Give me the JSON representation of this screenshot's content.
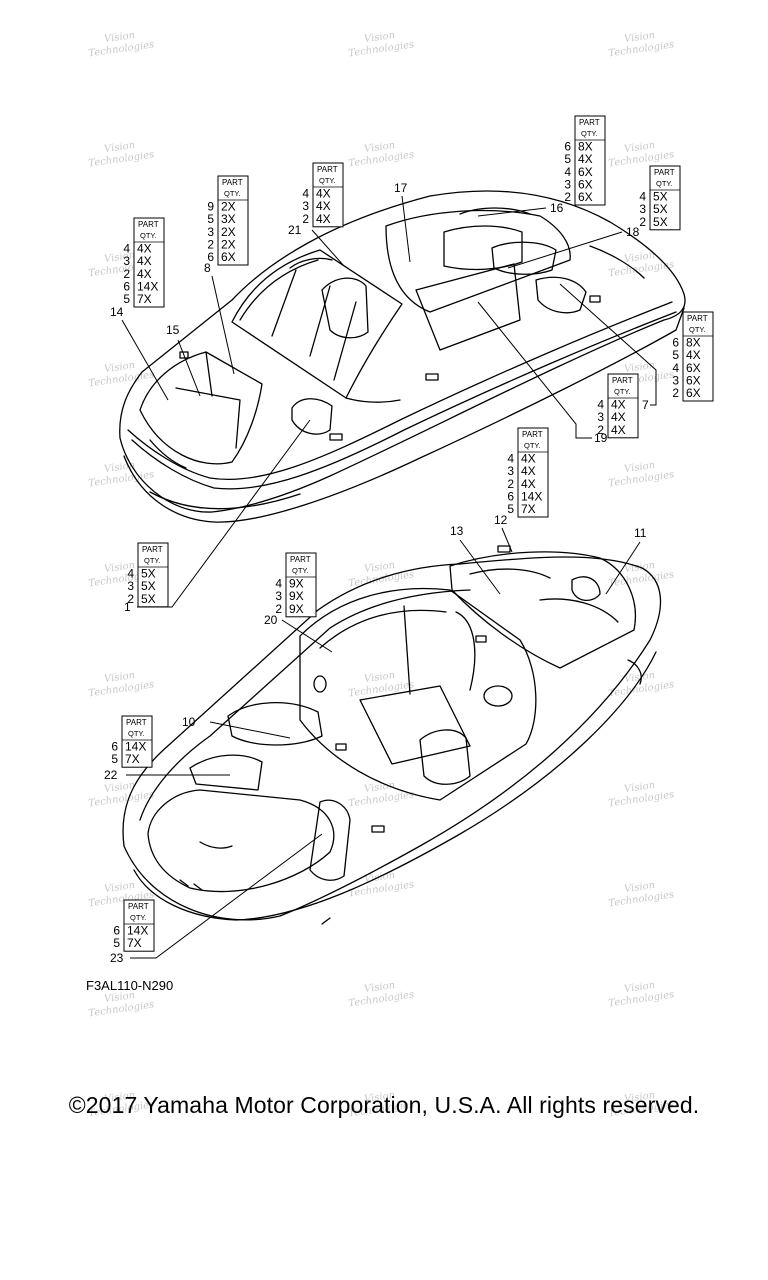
{
  "drawing_code": "F3AL110-N290",
  "copyright": "©2017 Yamaha Motor Corporation, U.S.A. All rights reserved.",
  "watermark": [
    "Vision",
    "Technologies"
  ],
  "colors": {
    "line": "#000000",
    "background": "#ffffff",
    "watermark": "#c9c9c9"
  },
  "qty_header": [
    "PART",
    "QTY."
  ],
  "qty_tables": [
    {
      "id": "t1",
      "rows": [
        [
          "4",
          "4X"
        ],
        [
          "3",
          "4X"
        ],
        [
          "2",
          "4X"
        ],
        [
          "6",
          "14X"
        ],
        [
          "5",
          "7X"
        ]
      ]
    },
    {
      "id": "t2",
      "rows": [
        [
          "9",
          "2X"
        ],
        [
          "5",
          "3X"
        ],
        [
          "3",
          "2X"
        ],
        [
          "2",
          "2X"
        ],
        [
          "6",
          "6X"
        ]
      ]
    },
    {
      "id": "t3",
      "rows": [
        [
          "4",
          "4X"
        ],
        [
          "3",
          "4X"
        ],
        [
          "2",
          "4X"
        ]
      ]
    },
    {
      "id": "t4",
      "rows": [
        [
          "6",
          "8X"
        ],
        [
          "5",
          "4X"
        ],
        [
          "4",
          "6X"
        ],
        [
          "3",
          "6X"
        ],
        [
          "2",
          "6X"
        ]
      ]
    },
    {
      "id": "t5",
      "rows": [
        [
          "4",
          "5X"
        ],
        [
          "3",
          "5X"
        ],
        [
          "2",
          "5X"
        ]
      ]
    },
    {
      "id": "t6",
      "rows": [
        [
          "6",
          "8X"
        ],
        [
          "5",
          "4X"
        ],
        [
          "4",
          "6X"
        ],
        [
          "3",
          "6X"
        ],
        [
          "2",
          "6X"
        ]
      ]
    },
    {
      "id": "t7",
      "rows": [
        [
          "4",
          "4X"
        ],
        [
          "3",
          "4X"
        ],
        [
          "2",
          "4X"
        ]
      ]
    },
    {
      "id": "t8",
      "rows": [
        [
          "4",
          "4X"
        ],
        [
          "3",
          "4X"
        ],
        [
          "2",
          "4X"
        ],
        [
          "6",
          "14X"
        ],
        [
          "5",
          "7X"
        ]
      ]
    },
    {
      "id": "t9",
      "rows": [
        [
          "4",
          "5X"
        ],
        [
          "3",
          "5X"
        ],
        [
          "2",
          "5X"
        ]
      ]
    },
    {
      "id": "t10",
      "rows": [
        [
          "4",
          "9X"
        ],
        [
          "3",
          "9X"
        ],
        [
          "2",
          "9X"
        ]
      ]
    },
    {
      "id": "t11",
      "rows": [
        [
          "6",
          "14X"
        ],
        [
          "5",
          "7X"
        ]
      ]
    },
    {
      "id": "t12",
      "rows": [
        [
          "6",
          "14X"
        ],
        [
          "5",
          "7X"
        ]
      ]
    }
  ],
  "callouts": [
    "1",
    "7",
    "8",
    "10",
    "11",
    "12",
    "13",
    "14",
    "15",
    "16",
    "17",
    "18",
    "19",
    "20",
    "21",
    "22",
    "23"
  ]
}
